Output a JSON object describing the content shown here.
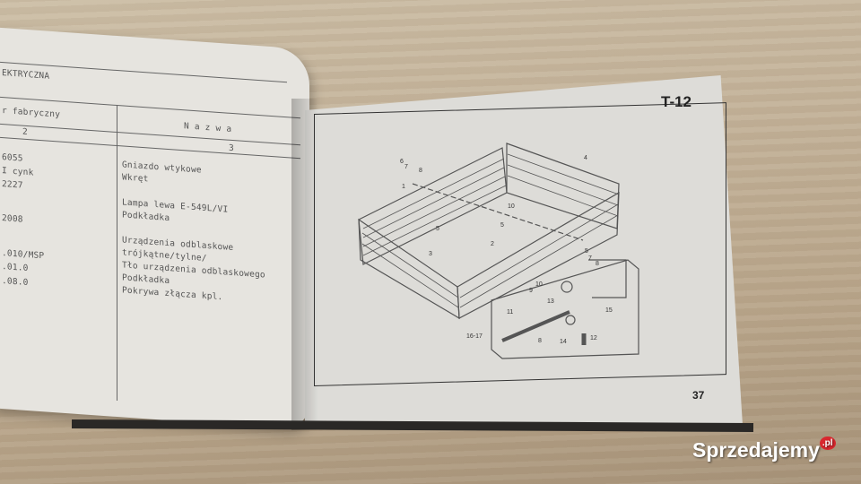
{
  "left_page": {
    "section_header": "EKTRYCZNA",
    "column_headers": [
      "r fabryczny",
      "N a z w a"
    ],
    "column_numbers": [
      "2",
      "3"
    ],
    "part_numbers": [
      "6055",
      "I cynk",
      "2227",
      "2008",
      ".010/MSP",
      ".01.0",
      ".08.0"
    ],
    "names": [
      "Gniazdo wtykowe",
      "Wkręt",
      "Lampa lewa E-549L/VI",
      "Podkładka",
      "Urządzenia odblaskowe",
      "trójkątne/tylne/",
      "Tło urządzenia odblaskowego",
      "Podkładka",
      "Pokrywa złącza kpl."
    ]
  },
  "right_page": {
    "title": "T-12",
    "page_number": "37",
    "callouts": [
      "6",
      "7",
      "8",
      "1",
      "4",
      "10",
      "5",
      "5",
      "2",
      "3",
      "5",
      "7",
      "8",
      "10",
      "9",
      "13",
      "11",
      "15",
      "16-17",
      "8",
      "14",
      "12"
    ]
  },
  "watermark": {
    "text": "Sprzedajemy",
    "suffix": ".pl",
    "accent": "#d9272e"
  }
}
